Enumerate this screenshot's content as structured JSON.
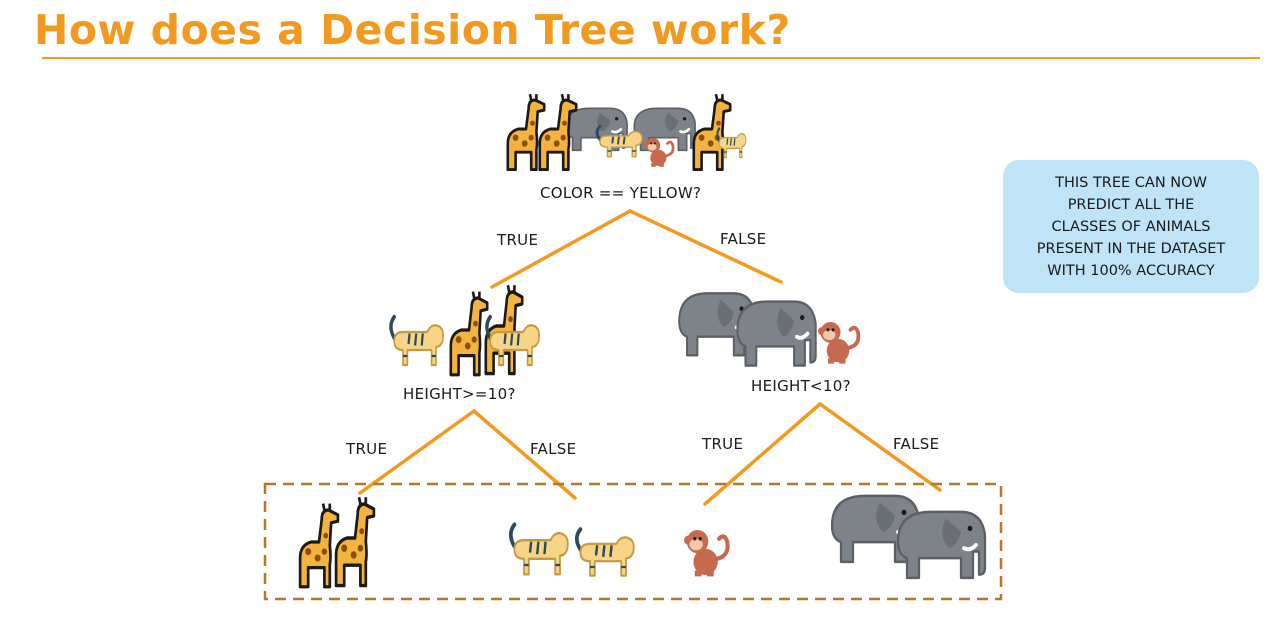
{
  "title": "How does a Decision Tree work?",
  "root_question": "COLOR == YELLOW?",
  "left_question": "HEIGHT>=10?",
  "right_question": "HEIGHT<10?",
  "branch_labels": {
    "root_true": "TRUE",
    "root_false": "FALSE",
    "left_true": "TRUE",
    "left_false": "FALSE",
    "right_true": "TRUE",
    "right_false": "FALSE"
  },
  "note_lines": [
    "THIS TREE CAN NOW",
    "PREDICT ALL THE",
    "CLASSES OF ANIMALS",
    "PRESENT IN THE DATASET",
    "WITH 100% ACCURACY"
  ],
  "colors": {
    "accent": "#F29A1F",
    "tree_line": "#F29A1F",
    "leaf_box_border": "#B5782A",
    "note_bg": "#BFE3F7",
    "giraffe": "#F4B23E",
    "tiger": "#F7D486",
    "elephant": "#7E8289",
    "monkey": "#C56A4C"
  },
  "icons": {
    "giraffe": "giraffe-icon",
    "tiger": "tiger-icon",
    "elephant": "elephant-icon",
    "monkey": "monkey-icon"
  }
}
